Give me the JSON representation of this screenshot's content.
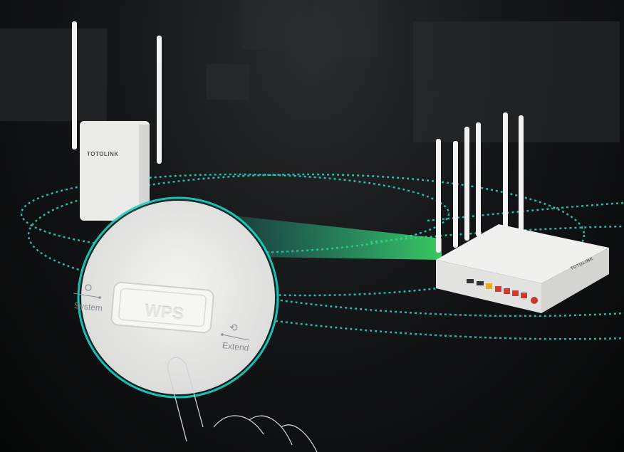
{
  "extender": {
    "brand": "TOTOLINK"
  },
  "router": {
    "brand": "TOTOLINK"
  },
  "magnifier": {
    "system_label": "System",
    "wps_label": "WPS",
    "extend_label": "Extend"
  },
  "colors": {
    "signal": "#2fd3c4",
    "beam": "#3ddc6a",
    "glow": "#1fd1c1"
  }
}
